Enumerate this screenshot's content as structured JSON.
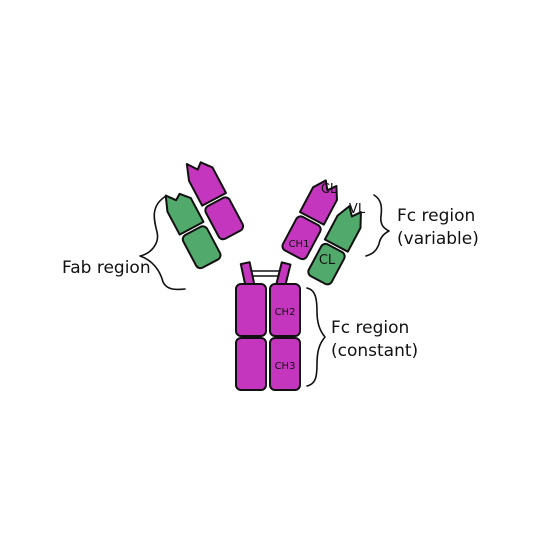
{
  "colors": {
    "heavy_chain": "#c536be",
    "light_chain": "#52a96c",
    "outline": "#111111",
    "background": "#ffffff"
  },
  "domains": {
    "right_arm_tip": "CL",
    "right_light_variable": "VL",
    "right_light_constant": "CL",
    "right_hinge_domain": "CH1",
    "stem_upper": "CH2",
    "stem_lower": "CH3"
  },
  "regions": {
    "fab": {
      "label": "Fab region"
    },
    "fc_variable": {
      "line1": "Fc region",
      "line2": "(variable)"
    },
    "fc_constant": {
      "line1": "Fc region",
      "line2": "(constant)"
    }
  }
}
